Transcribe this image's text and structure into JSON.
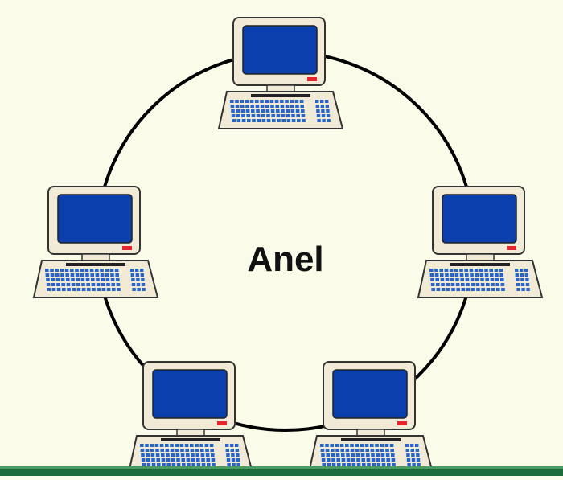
{
  "diagram": {
    "label": "Anel",
    "colors": {
      "background": "#fbfbea",
      "monitor_case": "#f1ead7",
      "screen": "#0b3fae",
      "power_led": "#e8232b",
      "keyboard_keys": "#2a64c8",
      "ring": "#000000",
      "bottom_bar": "#1c6b3a"
    },
    "computers": [
      {
        "name": "computer-top"
      },
      {
        "name": "computer-left"
      },
      {
        "name": "computer-right"
      },
      {
        "name": "computer-bottom-left"
      },
      {
        "name": "computer-bottom-right"
      }
    ]
  }
}
